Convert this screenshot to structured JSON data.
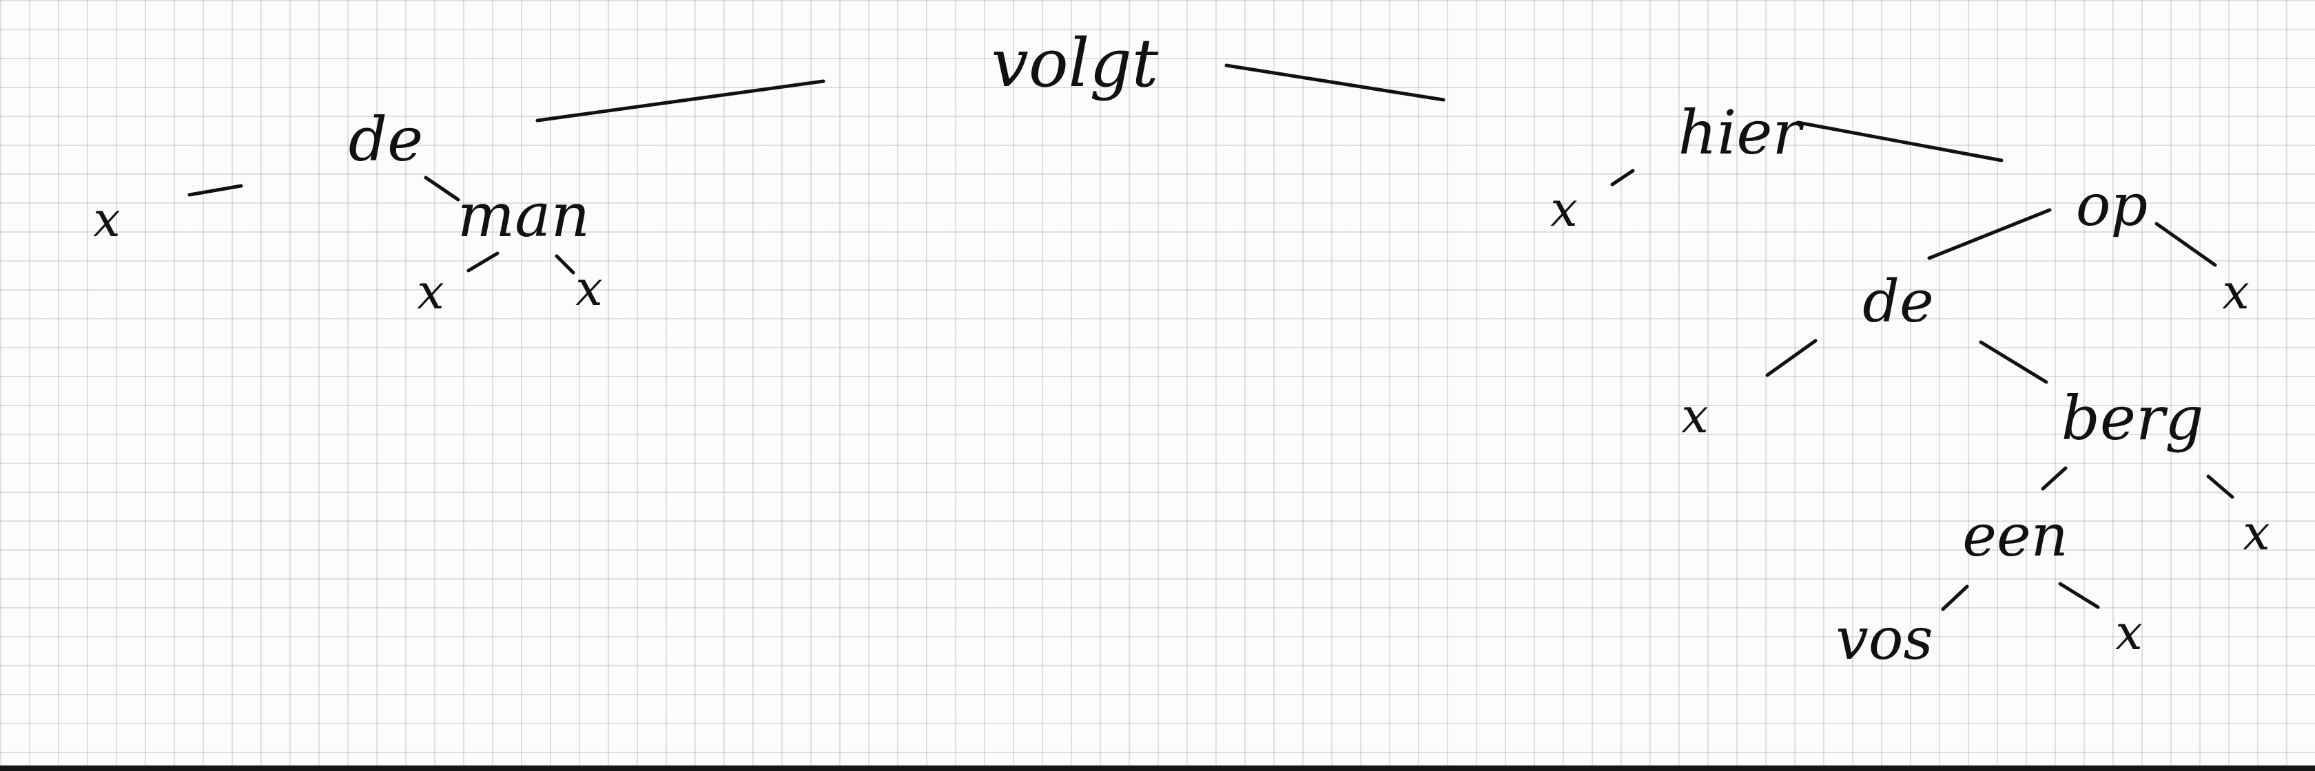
{
  "tree": {
    "nodes": [
      {
        "id": "volgt",
        "label": "volgt"
      },
      {
        "id": "de1",
        "label": "de"
      },
      {
        "id": "x1",
        "label": "x"
      },
      {
        "id": "man",
        "label": "man"
      },
      {
        "id": "x2",
        "label": "x"
      },
      {
        "id": "x3",
        "label": "x"
      },
      {
        "id": "hier",
        "label": "hier"
      },
      {
        "id": "x4",
        "label": "x"
      },
      {
        "id": "op",
        "label": "op"
      },
      {
        "id": "de2",
        "label": "de"
      },
      {
        "id": "x5",
        "label": "x"
      },
      {
        "id": "x6",
        "label": "x"
      },
      {
        "id": "berg",
        "label": "berg"
      },
      {
        "id": "een",
        "label": "een"
      },
      {
        "id": "x7",
        "label": "x"
      },
      {
        "id": "vos",
        "label": "vos"
      },
      {
        "id": "x8",
        "label": "x"
      }
    ],
    "edges": [
      {
        "from": "volgt",
        "to": "de1"
      },
      {
        "from": "volgt",
        "to": "hier"
      },
      {
        "from": "de1",
        "to": "x1"
      },
      {
        "from": "de1",
        "to": "man"
      },
      {
        "from": "man",
        "to": "x2"
      },
      {
        "from": "man",
        "to": "x3"
      },
      {
        "from": "hier",
        "to": "x4"
      },
      {
        "from": "hier",
        "to": "op"
      },
      {
        "from": "op",
        "to": "de2"
      },
      {
        "from": "op",
        "to": "x6"
      },
      {
        "from": "de2",
        "to": "x5"
      },
      {
        "from": "de2",
        "to": "berg"
      },
      {
        "from": "berg",
        "to": "een"
      },
      {
        "from": "berg",
        "to": "x7"
      },
      {
        "from": "een",
        "to": "vos"
      },
      {
        "from": "een",
        "to": "x8"
      }
    ]
  },
  "colors": {
    "ink": "#111111",
    "paper": "#fcfcfb",
    "grid": "#b9b9b9"
  }
}
